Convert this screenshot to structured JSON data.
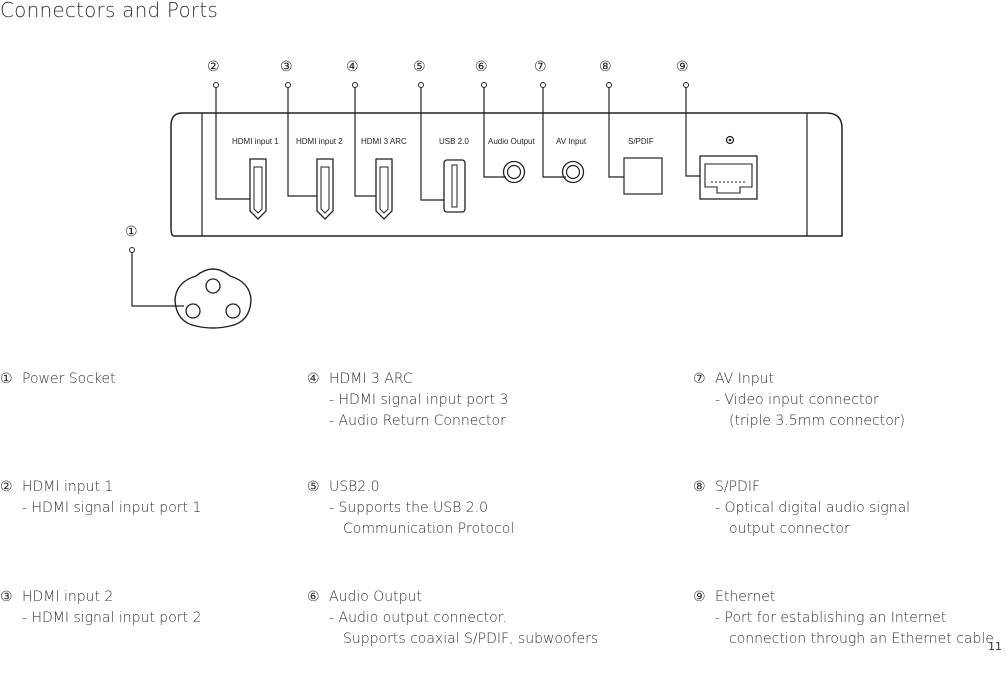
{
  "page": {
    "title": "Connectors and Ports",
    "page_number": "11"
  },
  "diagram": {
    "callouts": [
      "①",
      "②",
      "③",
      "④",
      "⑤",
      "⑥",
      "⑦",
      "⑧",
      "⑨"
    ],
    "port_labels": [
      "HDMI input 1",
      "HDMI input 2",
      "HDMI 3 ARC",
      "USB 2.0",
      "Audio Output",
      "AV Input",
      "S/PDIF"
    ]
  },
  "items": [
    {
      "num": "①",
      "title": "Power Socket",
      "lines": []
    },
    {
      "num": "②",
      "title": "HDMI input 1",
      "lines": [
        [
          "- HDMI signal input port 1"
        ]
      ]
    },
    {
      "num": "③",
      "title": "HDMI input 2",
      "lines": [
        [
          "- HDMI signal input port 2"
        ]
      ]
    },
    {
      "num": "④",
      "title": "HDMI  3  ARC",
      "lines": [
        [
          "- HDMI signal input port 3"
        ],
        [
          "- Audio Return Connector"
        ]
      ]
    },
    {
      "num": "⑤",
      "title": "USB2.0",
      "lines": [
        [
          "- Supports the USB 2.0",
          "Communication Protocol"
        ]
      ]
    },
    {
      "num": "⑥",
      "title": "Audio Output",
      "lines": [
        [
          "- Audio output connector.",
          "Supports coaxial S/PDIF, subwoofers"
        ]
      ]
    },
    {
      "num": "⑦",
      "title": "AV Input",
      "lines": [
        [
          "- Video input connector",
          "(triple 3.5mm connector)"
        ]
      ]
    },
    {
      "num": "⑧",
      "title": "S/PDIF",
      "lines": [
        [
          "- Optical digital audio signal",
          "output connector"
        ]
      ]
    },
    {
      "num": "⑨",
      "title": "Ethernet",
      "lines": [
        [
          "- Port for establishing an Internet",
          "connection through an Ethernet cable"
        ]
      ]
    }
  ]
}
